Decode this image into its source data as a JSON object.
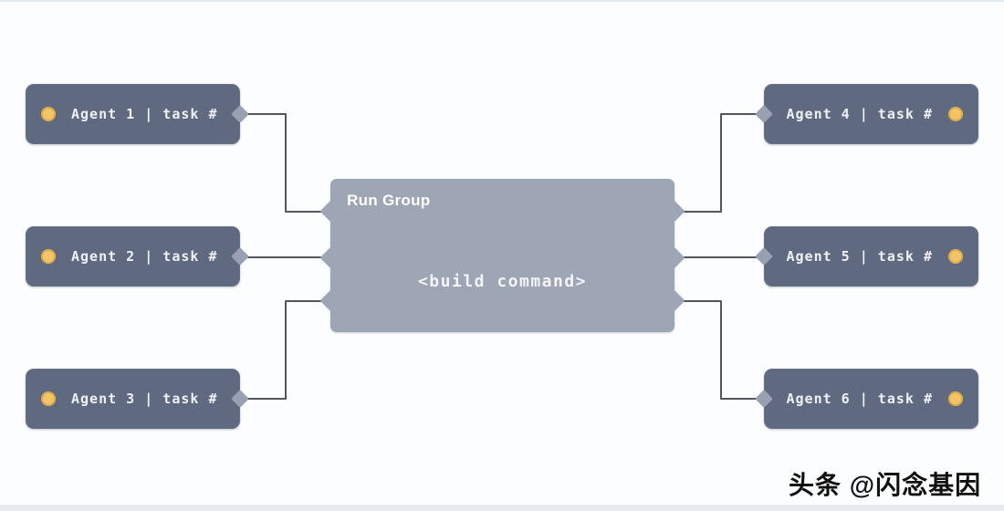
{
  "group_node": {
    "title": "Run Group",
    "command": "<build command>",
    "fill": "#9ea6b5"
  },
  "agent_nodes": [
    {
      "label": "Agent 1 | task #",
      "side": "left"
    },
    {
      "label": "Agent 2 | task #",
      "side": "left"
    },
    {
      "label": "Agent 3 | task #",
      "side": "left"
    },
    {
      "label": "Agent 4 | task #",
      "side": "right"
    },
    {
      "label": "Agent 5 | task #",
      "side": "right"
    },
    {
      "label": "Agent 6 | task #",
      "side": "right"
    }
  ],
  "watermark": {
    "text": "头条 @闪念基因"
  },
  "colors": {
    "background": "#fcfdfe",
    "agent_node_fill": "#5f6a81",
    "group_node_fill": "#9ea6b5",
    "port_fill": "#98a0b1",
    "edge_stroke": "#51565f",
    "status_dot": "#f3c464",
    "node_text": "#eef1f6",
    "watermark_text": "#101010"
  }
}
